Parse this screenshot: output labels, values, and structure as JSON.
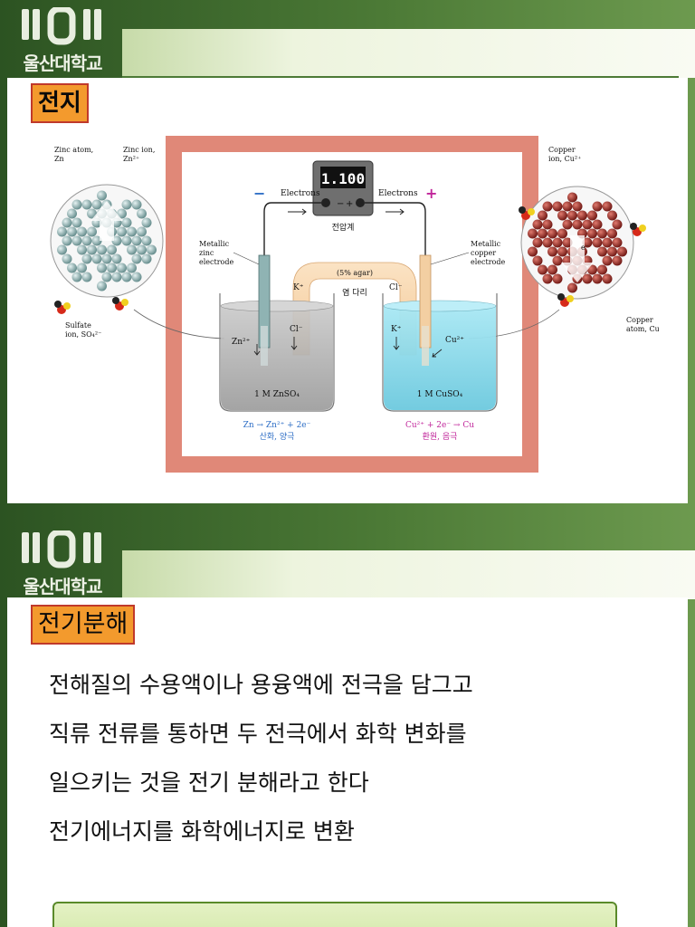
{
  "brand": {
    "university_name": "울산대학교"
  },
  "slide1": {
    "title": "전지",
    "diagram": {
      "voltmeter_reading": "1.100",
      "voltmeter_label": "전압계",
      "electrons_left": "Electrons",
      "electrons_right": "Electrons",
      "minus_sign": "−",
      "plus_sign": "+",
      "terminal_minus": "−",
      "terminal_plus": "+",
      "metallic_zinc": [
        "Metallic",
        "zinc",
        "electrode"
      ],
      "metallic_copper": [
        "Metallic",
        "copper",
        "electrode"
      ],
      "salt_bridge_agar": "(5% agar)",
      "salt_bridge_label": "염 다리",
      "k_plus_bridge": "K⁺",
      "cl_minus_bridge": "Cl⁻",
      "zn_ion_in_solution": "Zn²⁺",
      "cl_minus_in_solution": "Cl⁻",
      "k_plus_in_solution": "K⁺",
      "cu_ion_in_solution": "Cu²⁺",
      "left_solution": "1 M ZnSO₄",
      "right_solution": "1 M CuSO₄",
      "left_reaction": "Zn → Zn²⁺ + 2e⁻",
      "left_reaction_label": "산화, 양극",
      "right_reaction": "Cu²⁺ + 2e⁻ → Cu",
      "right_reaction_label": "환원, 음극",
      "zinc_atom": [
        "Zinc atom,",
        "Zn"
      ],
      "zinc_ion": [
        "Zinc ion,",
        "Zn²⁺"
      ],
      "sulfate_ion": [
        "Sulfate",
        "ion, SO₄²⁻"
      ],
      "copper_ion": [
        "Copper",
        "ion, Cu²⁺"
      ],
      "copper_atom": [
        "Copper",
        "atom, Cu"
      ],
      "electron_symbol": "e⁻"
    }
  },
  "slide2": {
    "title": "전기분해",
    "lines": [
      "전해질의 수용액이나 용융액에 전극을 담그고",
      "직류 전류를 통하면 두 전극에서 화학 변화를",
      "일으키는 것을 전기 분해라고 한다",
      "전기에너지를 화학에너지로 변환"
    ]
  },
  "colors": {
    "frame_green": "#4c7a36",
    "title_orange": "#f39a2d",
    "title_border": "#c0392b",
    "cell_frame": "#e08878",
    "zinc_sphere": "#8fb3b3",
    "copper_sphere": "#9b2a24",
    "cuso4_solution": "#8fdcec"
  }
}
